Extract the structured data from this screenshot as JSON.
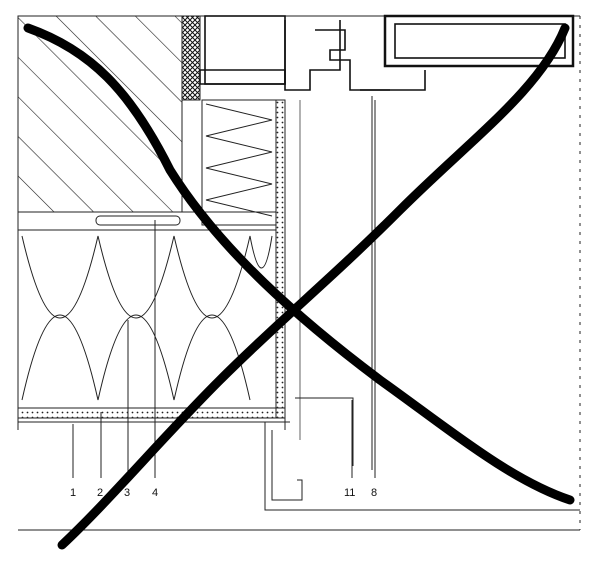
{
  "drawing": {
    "callouts": [
      "1",
      "2",
      "3",
      "4",
      "11",
      "8"
    ],
    "crossed_out": true,
    "colors": {
      "ink": "#111111",
      "paper": "#ffffff"
    }
  }
}
